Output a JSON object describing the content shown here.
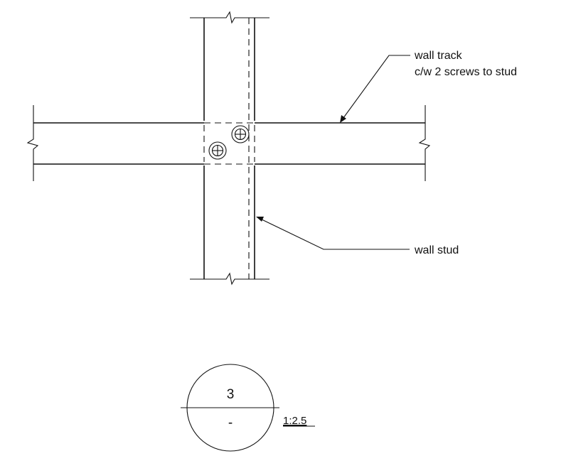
{
  "callouts": {
    "track_line1": "wall track",
    "track_line2": "c/w 2 screws to stud",
    "stud": "wall stud"
  },
  "detail_ref": {
    "number": "3",
    "sheet": "-",
    "scale": "1:2.5"
  }
}
